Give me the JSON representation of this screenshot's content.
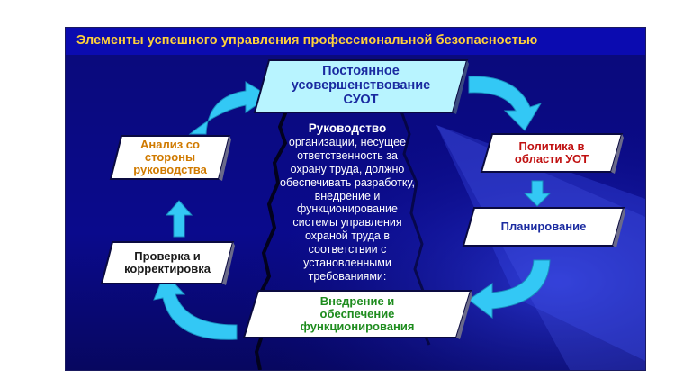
{
  "title": "Элементы успешного управления профессиональной безопасностью",
  "colors": {
    "background": "#0a0a80",
    "title_text": "#ffd23a",
    "arrow": "#33c8f5",
    "box_fill": "#ffffff",
    "box_top_fill": "#b8f4ff",
    "accent_blue": "#1a2aa0",
    "accent_green": "#1e8c1e",
    "accent_orange": "#d07a00",
    "accent_red": "#c01010"
  },
  "boxes": {
    "top": "Постоянное\nусовершенствование\nСУОТ",
    "policy": "Политика в\nобласти УОТ",
    "planning": "Планирование",
    "implementation": "Внедрение и\nобеспечение\nфункционирования",
    "check": "Проверка и\nкорректировка",
    "analysis": "Анализ со\nстороны\nруководства"
  },
  "center": {
    "heading": "Руководство",
    "body": "организации, несущее\nответственность за\nохрану труда, должно\nобеспечивать разработку,\nвнедрение и\nфункционирование\nсистемы управления\nохраной труда в\nсоответствии с\nустановленными\nтребованиями:"
  }
}
